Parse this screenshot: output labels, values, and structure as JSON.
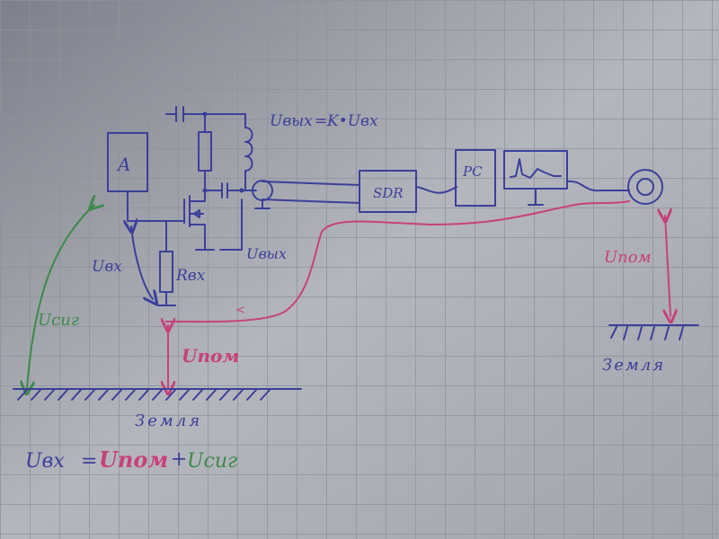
{
  "diagram": {
    "title": "Ground loop interference measurement sketch",
    "colors": {
      "paper": "#a9abb3",
      "grid": "#8e919b",
      "ink_blue": "#3b3f9a",
      "ink_pink": "#c7417a",
      "ink_green": "#3c8a4a"
    },
    "blocks": {
      "antenna_block": "A",
      "sdr": "SDR",
      "pc": "PC"
    },
    "labels": {
      "output_formula_left": "Uвых",
      "output_formula_eq": "=",
      "output_formula_right": "K•Uвх",
      "u_in": "Uвх",
      "r_in": "Rвх",
      "u_out": "Uвых",
      "u_sig": "Uсиг",
      "u_noise_left": "Uпом",
      "u_noise_right": "Uпом",
      "ground_left": "Земля",
      "ground_right": "Земля"
    },
    "equation": {
      "lhs": "Uвх",
      "eq": "=",
      "term1": "Uпом",
      "plus": "+",
      "term2": "Uсиг"
    }
  }
}
